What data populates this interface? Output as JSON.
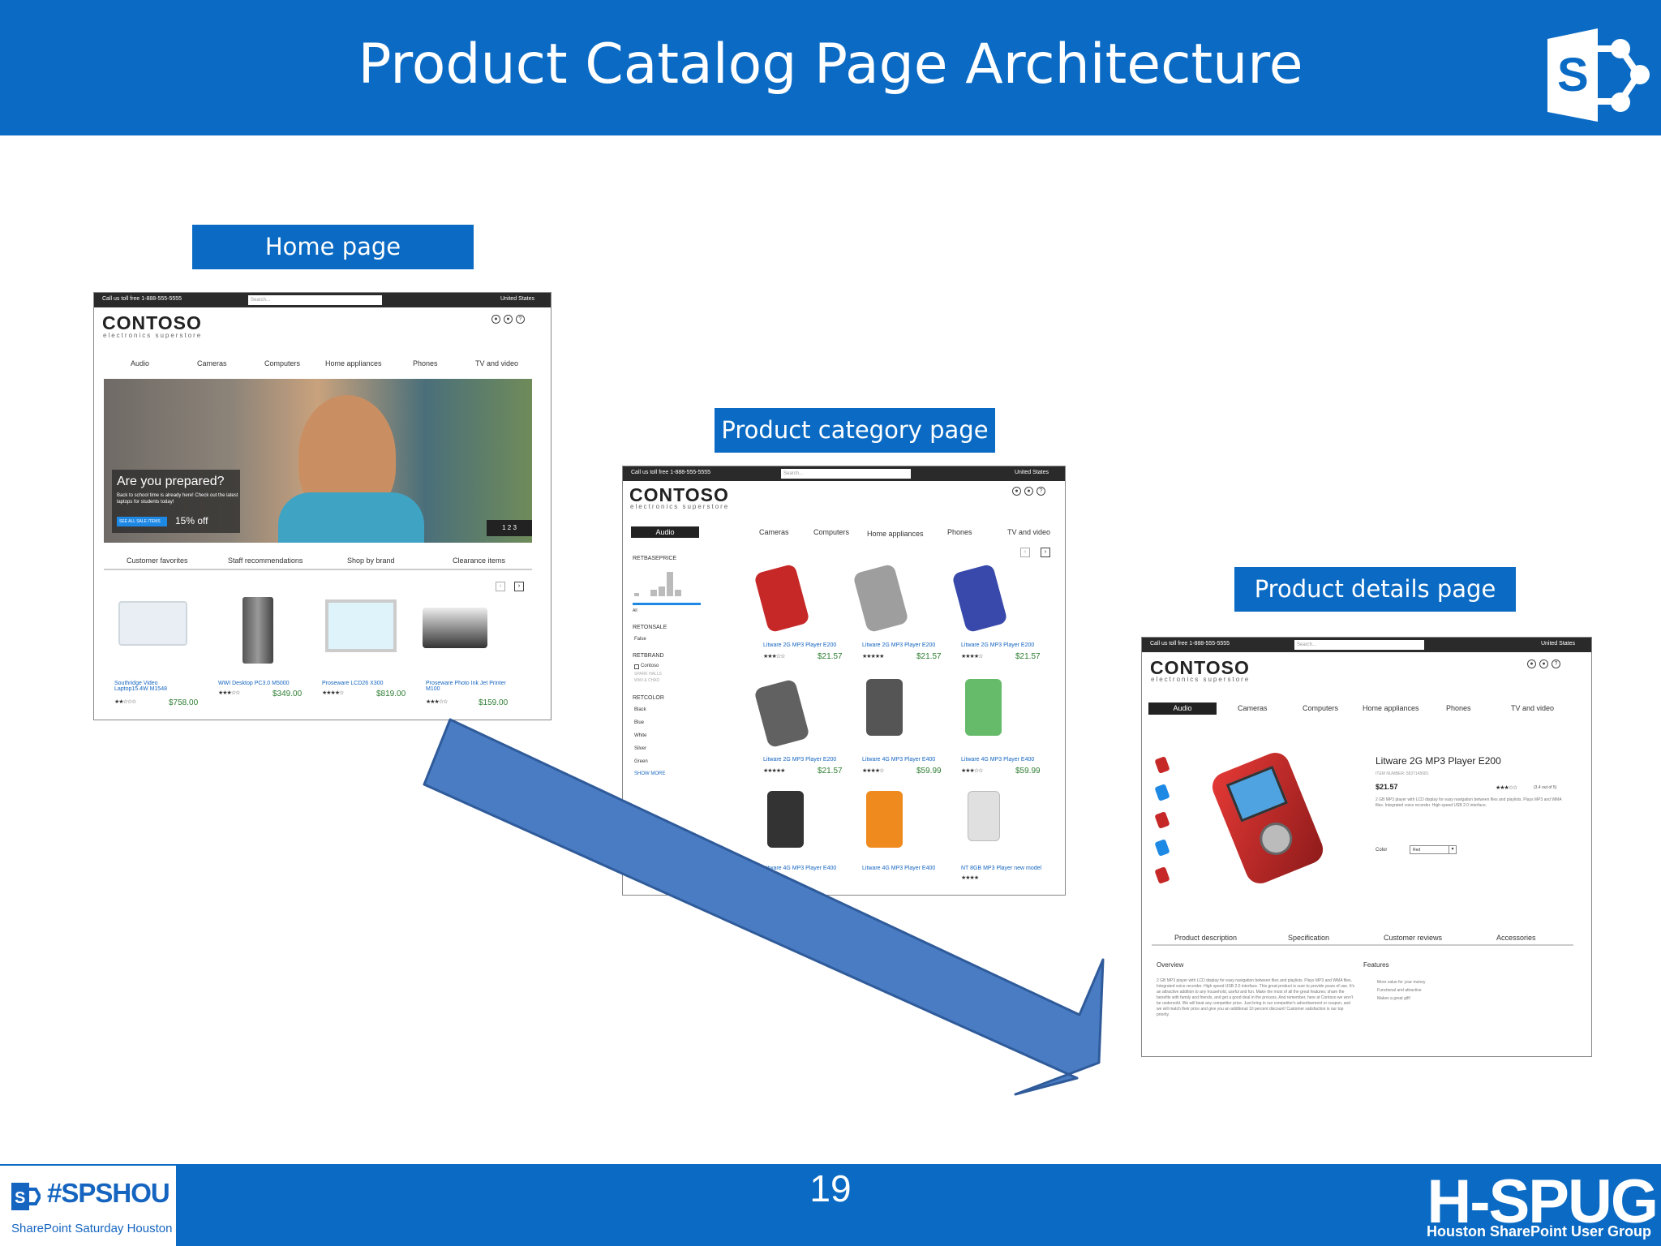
{
  "slide": {
    "title": "Product Catalog Page Architecture",
    "page_number": "19",
    "footer_left_tag": "#SPSHOU",
    "footer_left_sub": "SharePoint Saturday Houston",
    "footer_right_main": "H-SPUG",
    "footer_right_sub": "Houston SharePoint User Group",
    "accent": "#0b6bc4"
  },
  "labels": {
    "home": "Home page",
    "category": "Product category page",
    "details": "Product details page"
  },
  "common": {
    "call": "Call us toll free 1-888-555-5555",
    "search_placeholder": "Search...",
    "country": "United States",
    "logo": "CONTOSO",
    "tagline": "electronics superstore"
  },
  "home": {
    "nav": [
      "Audio",
      "Cameras",
      "Computers",
      "Home appliances",
      "Phones",
      "TV and video"
    ],
    "hero_title": "Are you prepared?",
    "hero_text": "Back to school time is already here! Check out the latest laptops for students today!",
    "hero_button": "SEE ALL SALE ITEMS",
    "hero_offer": "15% off",
    "hero_pager": "1 2 3",
    "tabs": [
      "Customer favorites",
      "Staff recommendations",
      "Shop by brand",
      "Clearance items"
    ],
    "products": [
      {
        "name": "Southridge Video Laptop15.4W M1548",
        "price": "$758.00",
        "stars": "★★☆☆☆"
      },
      {
        "name": "WWI Desktop PC3.0 M5000",
        "price": "$349.00",
        "stars": "★★★☆☆"
      },
      {
        "name": "Proseware LCD26 X300",
        "price": "$819.00",
        "stars": "★★★★☆"
      },
      {
        "name": "Proseware Photo Ink Jet Printer M100",
        "price": "$159.00",
        "stars": "★★★☆☆"
      }
    ]
  },
  "category": {
    "nav": [
      "Audio",
      "Cameras",
      "Computers",
      "Home appliances",
      "Phones",
      "TV and video"
    ],
    "refiners": {
      "price": "RETBASEPRICE",
      "price_all": "All",
      "onsale": "RETONSALE",
      "onsale_value": "False",
      "brand": "RETBRAND",
      "brand_value": "Contoso",
      "brand_more1": "SPARK HALLS",
      "brand_more2": "WWI & CHAD",
      "color": "RETCOLOR",
      "colors": [
        "Black",
        "Blue",
        "White",
        "Silver",
        "Green"
      ],
      "show_more": "SHOW MORE"
    },
    "products": [
      {
        "name": "Litware 2G MP3 Player E200",
        "price": "$21.57",
        "stars": "★★★☆☆"
      },
      {
        "name": "Litware 2G MP3 Player E200",
        "price": "$21.57",
        "stars": "★★★★★"
      },
      {
        "name": "Litware 2G MP3 Player E200",
        "price": "$21.57",
        "stars": "★★★★☆"
      },
      {
        "name": "Litware 2G MP3 Player E200",
        "price": "$21.57",
        "stars": "★★★★★"
      },
      {
        "name": "Litware 4G MP3 Player E400",
        "price": "$59.99",
        "stars": "★★★★☆"
      },
      {
        "name": "Litware 4G MP3 Player E400",
        "price": "$59.99",
        "stars": "★★★☆☆"
      },
      {
        "name": "Litware 4G MP3 Player E400",
        "price": "",
        "stars": ""
      },
      {
        "name": "Litware 4G MP3 Player E400",
        "price": "",
        "stars": ""
      },
      {
        "name": "NT 8GB MP3 Player new model",
        "price": "",
        "stars": "★★★★"
      }
    ]
  },
  "details": {
    "nav": [
      "Audio",
      "Cameras",
      "Computers",
      "Home appliances",
      "Phones",
      "TV and video"
    ],
    "product_title": "Litware 2G MP3 Player E200",
    "item_number": "ITEM NUMBER: 5837145681",
    "price": "$21.57",
    "rating_stars": "★★★☆☆",
    "rating_text": "(3.4 out of 5)",
    "short_desc": "2 GB MP3 player with LCD display for easy navigation between files and playlists. Plays MP3 and WMA files. Integrated voice recorder. High speed USB 2.0 interface.",
    "color_label": "Color",
    "color_value": "Red",
    "tabs": [
      "Product description",
      "Specification",
      "Customer reviews",
      "Accessories"
    ],
    "overview_heading": "Overview",
    "overview_text": "2 GB MP3 player with LCD display for easy navigation between files and playlists. Plays MP3 and WMA files. Integrated voice recorder. High speed USB 2.0 interface. This great product is sure to provide years of use. It's an attractive addition to any household, useful and fun. Make the most of all the great features; share the benefits with family and friends, and get a good deal in the process. And remember, here at Contoso we won't be undersold. We will beat any competitor price. Just bring in our competitor's advertisement or coupon, and we will match their price and give you an additional 10 percent discount! Customer satisfaction is our top priority.",
    "features_heading": "Features",
    "features": [
      "More value for your money",
      "Functional and attractive",
      "Makes a great gift!"
    ]
  }
}
